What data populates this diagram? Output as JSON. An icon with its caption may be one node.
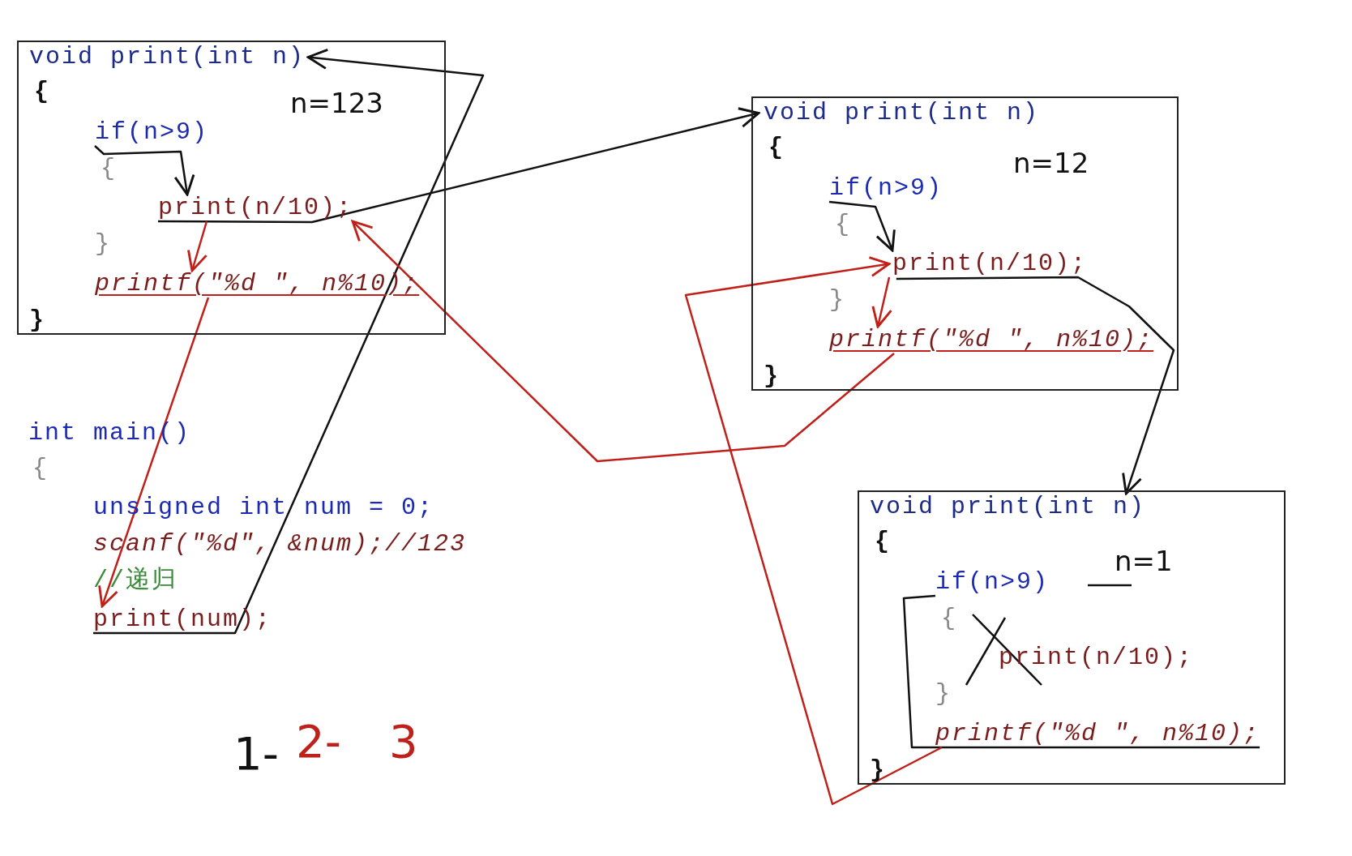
{
  "diagram": {
    "nodes": [
      {
        "text": [
          "n=123"
        ]
      },
      {
        "text": [
          "void print(int n)"
        ],
        "in": 0
      },
      {
        "text": [
          "{"
        ],
        "in": 0
      },
      {
        "text": [
          "if(n>9)"
        ],
        "in": 0
      },
      {
        "text": [
          "{"
        ],
        "in": 0
      },
      {
        "text": [
          "print(n/10);"
        ],
        "in": 0
      },
      {
        "text": [
          "}"
        ],
        "in": 0
      },
      {
        "text": [
          "printf(\"%d \", n%10);"
        ],
        "in": 0
      },
      {
        "text": [
          "}"
        ],
        "in": 0
      },
      {
        "text": [
          "n=12"
        ]
      },
      {
        "text": [
          "void print(int n)"
        ],
        "in": 9
      },
      {
        "text": [
          "{"
        ],
        "in": 9
      },
      {
        "text": [
          "if(n>9)"
        ],
        "in": 9
      },
      {
        "text": [
          "{"
        ],
        "in": 9
      },
      {
        "text": [
          "print(n/10);"
        ],
        "in": 9
      },
      {
        "text": [
          "}"
        ],
        "in": 9
      },
      {
        "text": [
          "printf(\"%d \", n%10);"
        ],
        "in": 9
      },
      {
        "text": [
          "}"
        ],
        "in": 9
      },
      {
        "text": [
          "n=1"
        ]
      },
      {
        "text": [
          "void print(int n)"
        ],
        "in": 18
      },
      {
        "text": [
          "{"
        ],
        "in": 18
      },
      {
        "text": [
          "if(n>9)"
        ],
        "in": 18
      },
      {
        "text": [
          "{"
        ],
        "in": 18
      },
      {
        "text": [
          "print(n/10);"
        ],
        "in": 18
      },
      {
        "text": [
          "}"
        ],
        "in": 18
      },
      {
        "text": [
          "printf(\"%d \", n%10);"
        ],
        "in": 18
      },
      {
        "text": [
          "}"
        ],
        "in": 18
      },
      {
        "text": [
          "print(num);"
        ]
      }
    ],
    "edges": [
      {
        "from": 27,
        "to": 1,
        "arrow": "to"
      },
      {
        "from": 3,
        "to": 5,
        "arrow": "to"
      },
      {
        "from": 5,
        "to": 10,
        "arrow": "to"
      },
      {
        "from": 12,
        "to": 14,
        "arrow": "to"
      },
      {
        "from": 14,
        "to": 19,
        "arrow": "to"
      },
      {
        "from": 21,
        "to": 25,
        "arrow": "none"
      },
      {
        "from": 25,
        "to": 14,
        "arrow": "to",
        "color": "#c0201a"
      },
      {
        "from": 14,
        "to": 16,
        "arrow": "to",
        "color": "#c0201a"
      },
      {
        "from": 16,
        "to": 5,
        "arrow": "to",
        "color": "#c0201a"
      },
      {
        "from": 5,
        "to": 7,
        "arrow": "to",
        "color": "#c0201a"
      },
      {
        "from": 7,
        "to": 27,
        "arrow": "to",
        "color": "#c0201a"
      }
    ],
    "labels": [
      "int main()",
      "{",
      "unsigned int num = 0;",
      "scanf(\"%d\", &num);//123",
      "//递归",
      "1-",
      "2-",
      "3"
    ]
  }
}
